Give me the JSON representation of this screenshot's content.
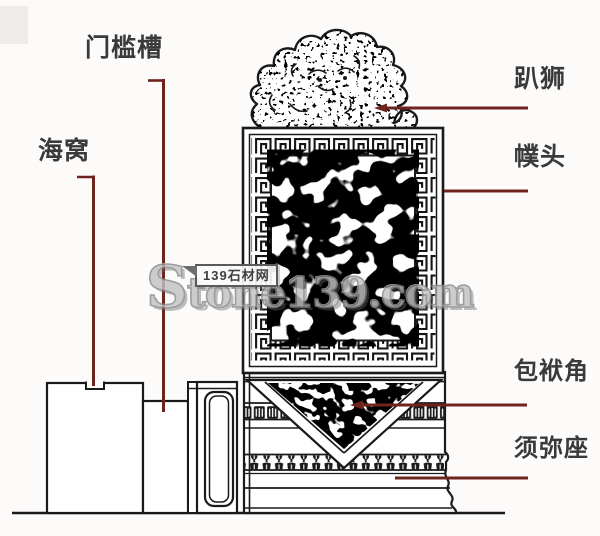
{
  "labels": [
    {
      "id": "door-sill-groove",
      "text": "门槛槽"
    },
    {
      "id": "sea-socket",
      "text": "海窝"
    },
    {
      "id": "crouching-lion",
      "text": "趴狮"
    },
    {
      "id": "futou-head",
      "text": "幞头"
    },
    {
      "id": "wrapped-corner",
      "text": "包袱角"
    },
    {
      "id": "sumeru-base",
      "text": "须弥座"
    }
  ],
  "watermark": {
    "badge_text": "139石材网",
    "site_text": "Stone139.com"
  },
  "colors": {
    "background": "#fcfbfa",
    "ink": "#1a1a1a",
    "leader_line": "#6e241d",
    "label_text": "#3a3a3a",
    "watermark_fill": "#c2c2c2",
    "watermark_outline": "#898989"
  }
}
